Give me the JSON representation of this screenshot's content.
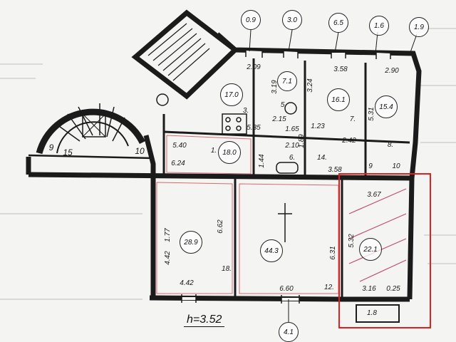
{
  "height_label": "h=3.52",
  "entrance_markers": [
    "0.9",
    "3.0",
    "6.5",
    "1.6",
    "1.9",
    "4.1"
  ],
  "rooms": [
    {
      "id": "r1",
      "area": "17.0",
      "num": "3."
    },
    {
      "id": "r2",
      "area": "7.1",
      "num": "5."
    },
    {
      "id": "r3",
      "area": "16.1",
      "num": "7."
    },
    {
      "id": "r4",
      "area": "15.4",
      "num": "8."
    },
    {
      "id": "r5",
      "area": "18.0",
      "num": "1."
    },
    {
      "id": "r6",
      "area": "28.9",
      "num": "18."
    },
    {
      "id": "r7",
      "area": "44.3",
      "num": ""
    },
    {
      "id": "r8",
      "area": "22.1",
      "num": "12."
    }
  ],
  "dimensions": [
    "2.09",
    "3.19",
    "3.24",
    "3.58",
    "2.90",
    "5.35",
    "2.15",
    "1.65",
    "1.89",
    "1.23",
    "2.42",
    "5.31",
    "5.40",
    "6.24",
    "1.44",
    "2.10",
    "6.",
    "3.58",
    "9",
    "10",
    "9",
    "15",
    "10",
    "6.62",
    "6.60",
    "4.42",
    "1.77",
    "4.42",
    "6.31",
    "5.32",
    "3.67",
    "3.16",
    "0.25",
    "1.8",
    "14."
  ]
}
